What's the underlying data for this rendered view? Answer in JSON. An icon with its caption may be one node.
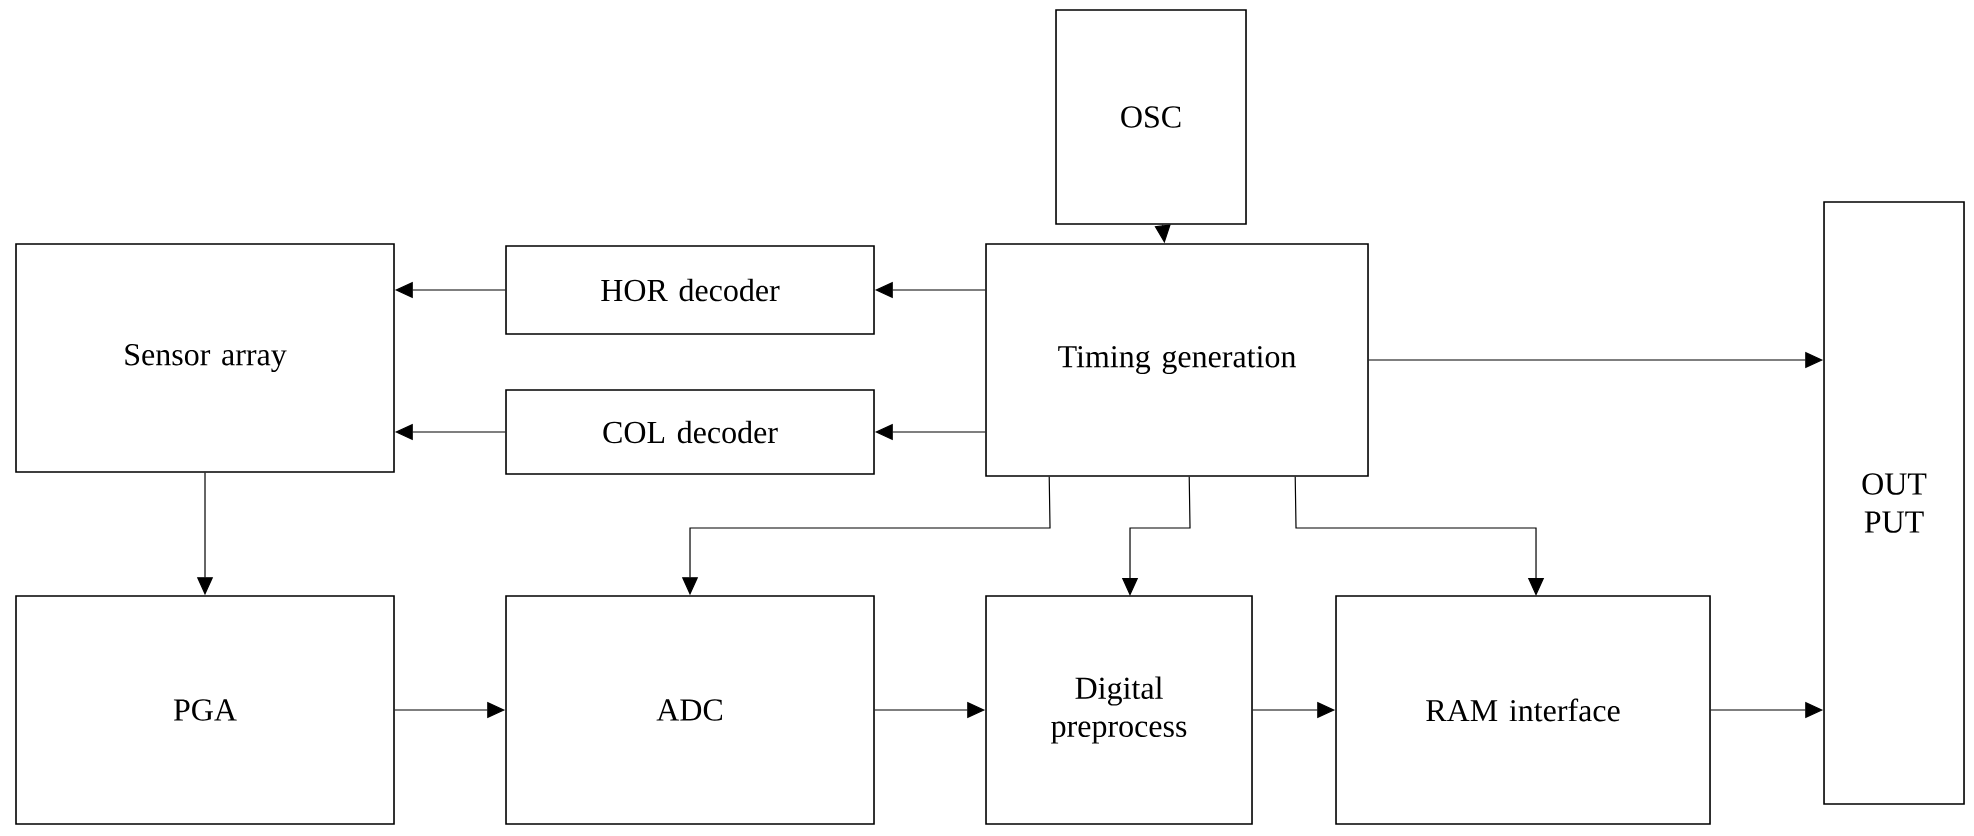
{
  "diagram": {
    "nodes": [
      {
        "text": [
          "OSC"
        ]
      },
      {
        "text": [
          "HOR decoder"
        ]
      },
      {
        "text": [
          "Timing generation"
        ]
      },
      {
        "text": [
          "Sensor array"
        ]
      },
      {
        "text": [
          "COL decoder"
        ]
      },
      {
        "text": [
          "OUT PUT"
        ]
      },
      {
        "text": [
          "PGA"
        ]
      },
      {
        "text": [
          "ADC"
        ]
      },
      {
        "text": [
          "Digital preprocess"
        ]
      },
      {
        "text": [
          "RAM interface"
        ]
      }
    ],
    "edges": [
      {
        "from": 0,
        "to": 2,
        "arrow": "to"
      },
      {
        "from": 2,
        "to": 1,
        "arrow": "to"
      },
      {
        "from": 1,
        "to": 3,
        "arrow": "to"
      },
      {
        "from": 2,
        "to": 4,
        "arrow": "to"
      },
      {
        "from": 4,
        "to": 3,
        "arrow": "to"
      },
      {
        "from": 2,
        "to": 5,
        "arrow": "to"
      },
      {
        "from": 3,
        "to": 6,
        "arrow": "to"
      },
      {
        "from": 6,
        "to": 7,
        "arrow": "to"
      },
      {
        "from": 7,
        "to": 8,
        "arrow": "to"
      },
      {
        "from": 8,
        "to": 9,
        "arrow": "to"
      },
      {
        "from": 9,
        "to": 5,
        "arrow": "to"
      },
      {
        "from": 2,
        "to": 7,
        "arrow": "to"
      },
      {
        "from": 2,
        "to": 8,
        "arrow": "to"
      },
      {
        "from": 2,
        "to": 9,
        "arrow": "to"
      }
    ]
  }
}
